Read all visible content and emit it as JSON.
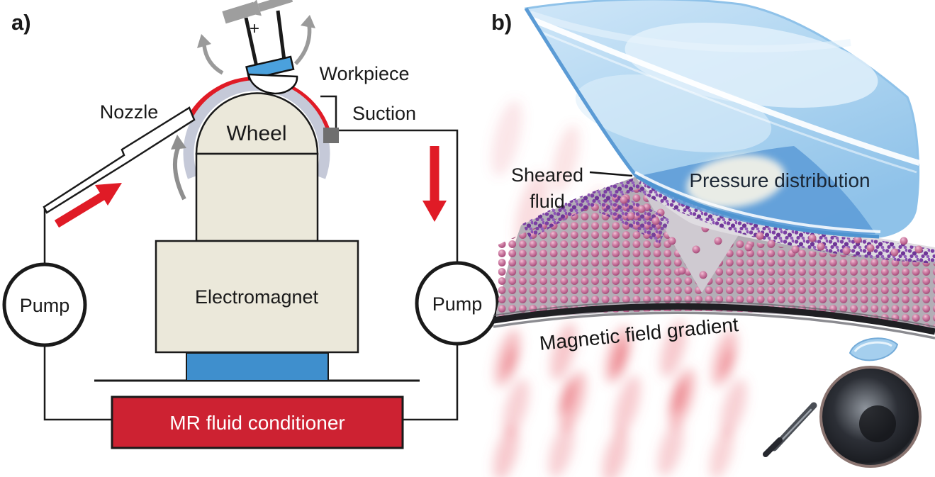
{
  "figure": {
    "panel_a": {
      "letter": "a)",
      "labels": {
        "nozzle": "Nozzle",
        "workpiece": "Workpiece",
        "wheel": "Wheel",
        "suction": "Suction",
        "pump_left": "Pump",
        "pump_right": "Pump",
        "electromagnet": "Electromagnet",
        "mr_fluid_conditioner": "MR fluid conditioner",
        "spindle_polarity": "+"
      }
    },
    "panel_b": {
      "letter": "b)",
      "labels": {
        "sheared_fluid_line1": "Sheared",
        "sheared_fluid_line2": "fluid",
        "pressure_distribution": "Pressure distribution",
        "magnetic_field_gradient": "Magnetic field gradient"
      }
    },
    "colors": {
      "accent_red": "#e01b26",
      "conditioner_red": "#cd2232",
      "machine_beige": "#ebe8da",
      "rim_gray": "#c5c9d8",
      "base_blue": "#3f8fcd",
      "workpiece_blue": "#4ba1dd",
      "suction_gray": "#6f6f6f",
      "lens_blue": "#b0d6f1",
      "pressure_blue": "#5d9cd7",
      "particle_pink": "#c4688f",
      "particle_purple": "#7b3fa3",
      "field_glow_red": "#e9636f",
      "band_gray": "#b3aeb6"
    }
  }
}
